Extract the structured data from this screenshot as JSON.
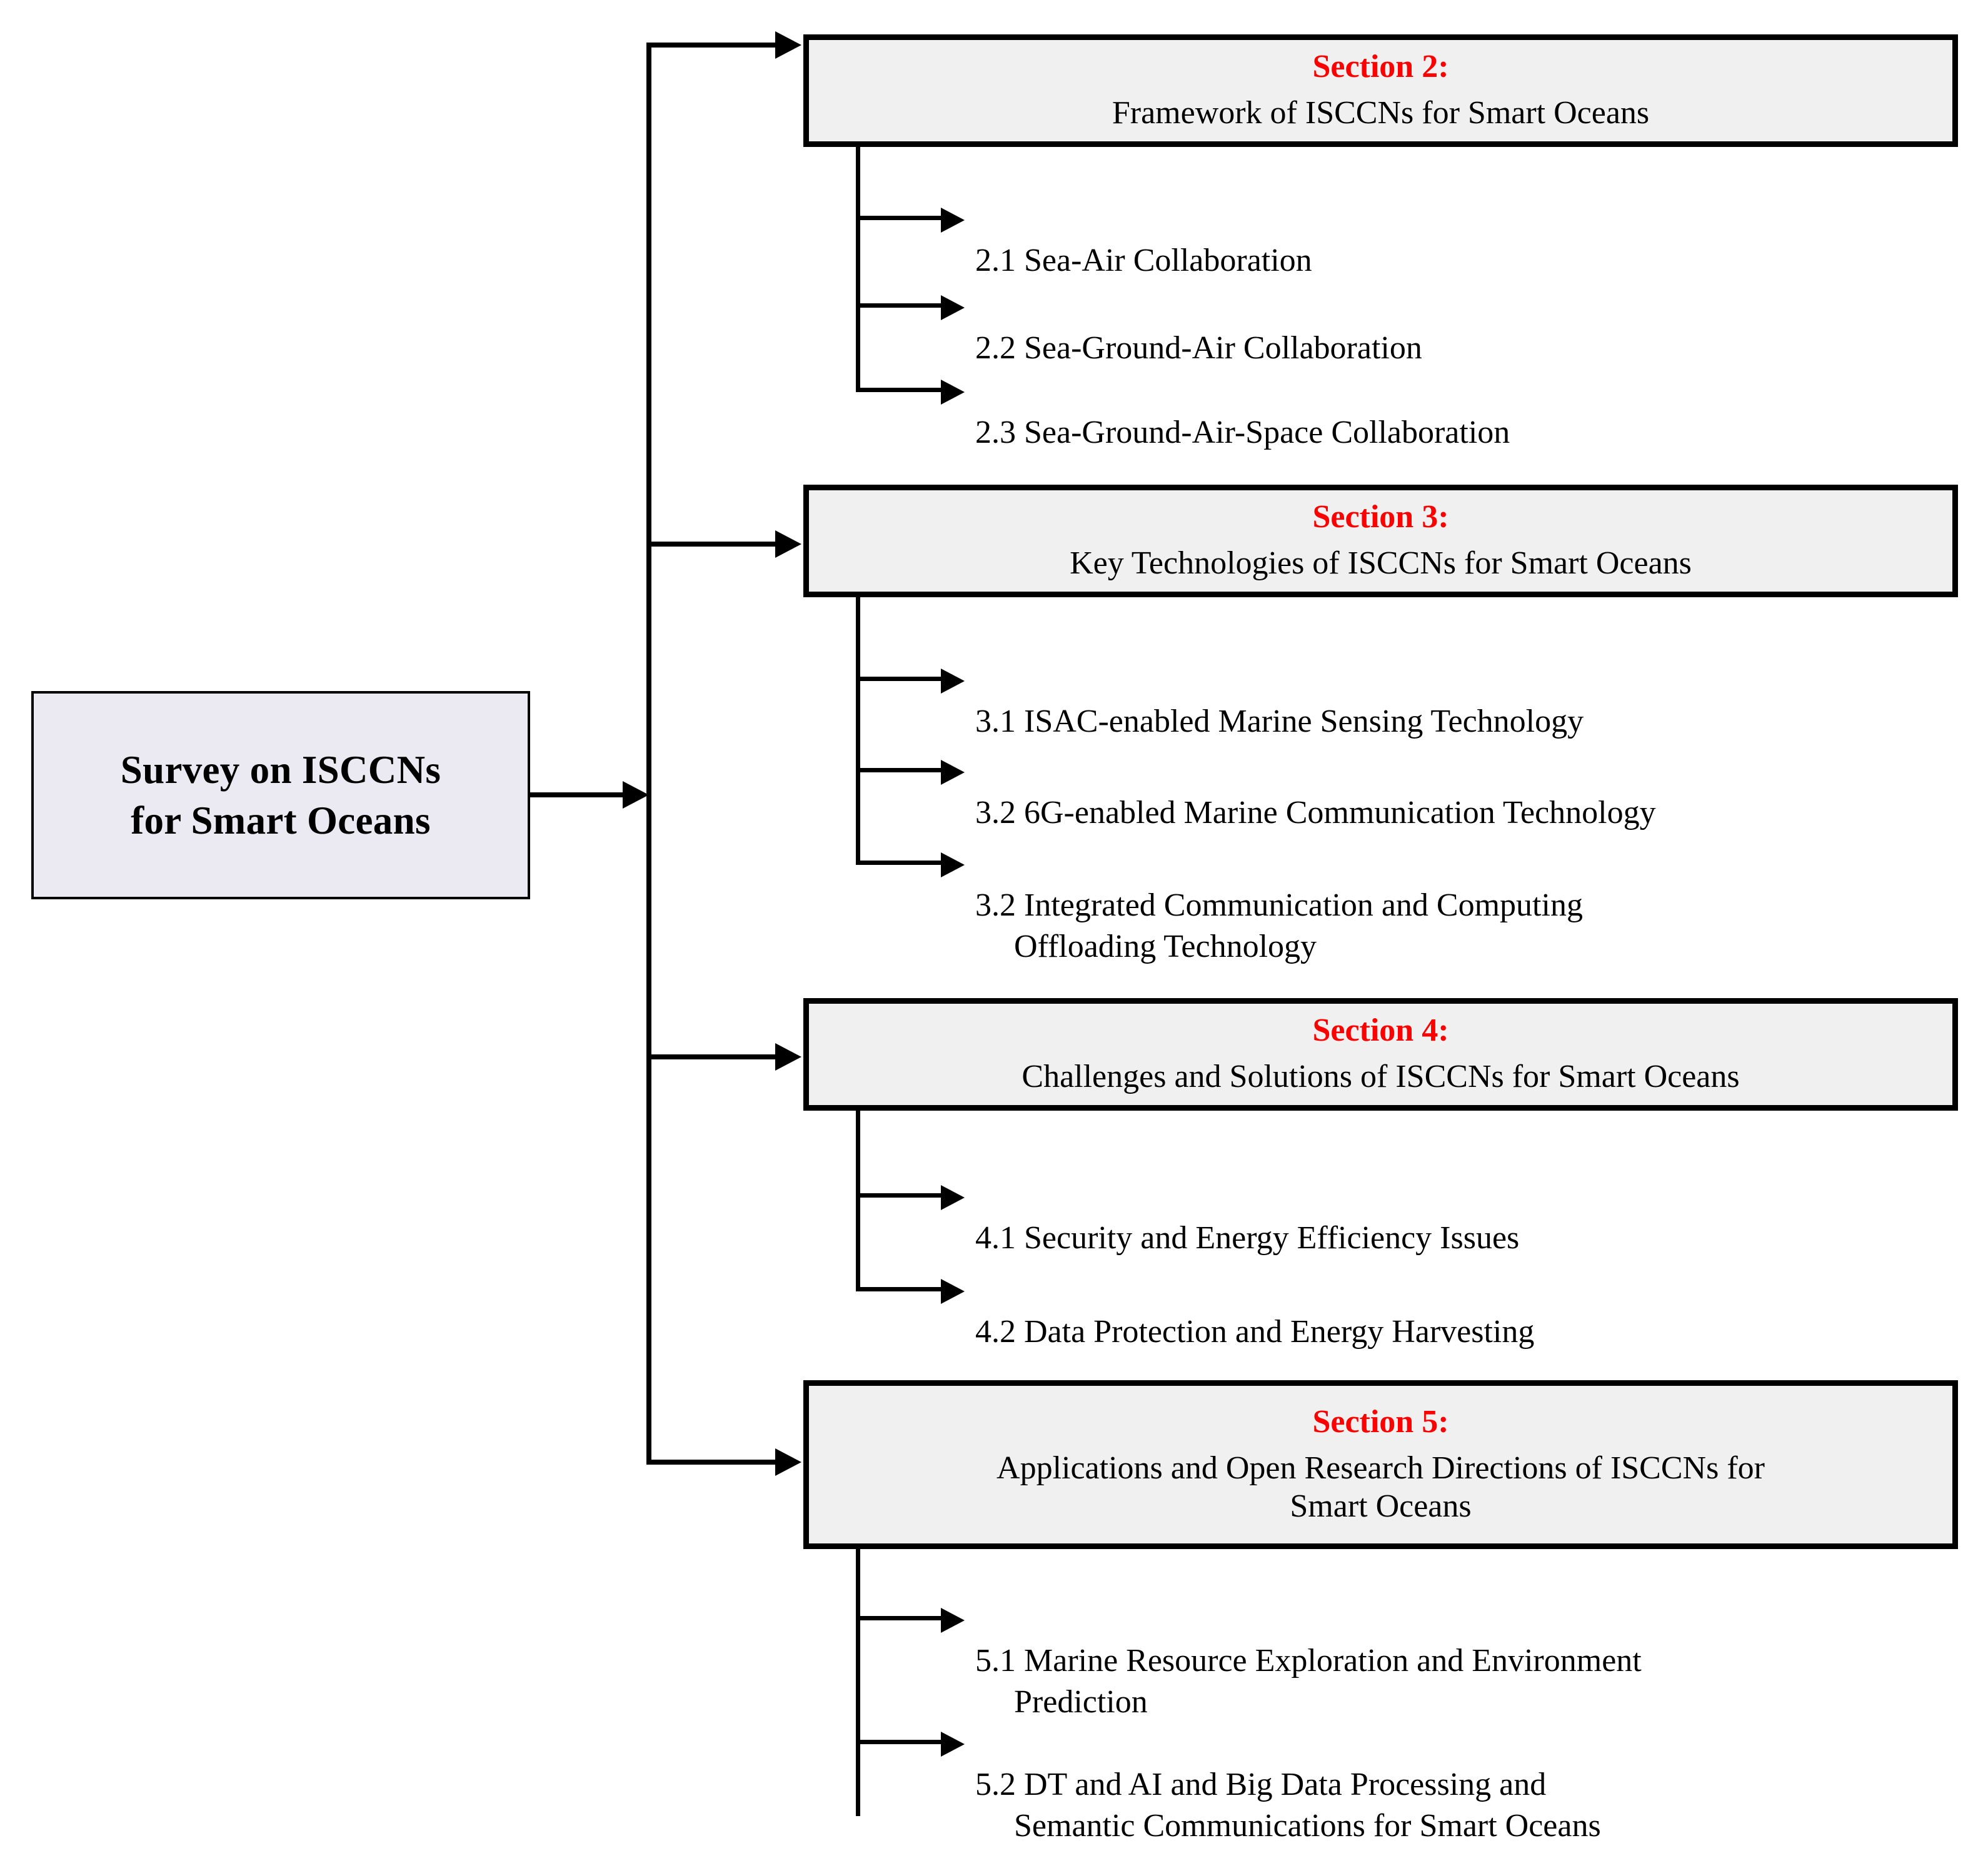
{
  "diagram": {
    "root": {
      "line1": "Survey on ISCCNs",
      "line2": "for Smart Oceans"
    },
    "sections": [
      {
        "label": "Section 2:",
        "title": "Framework of ISCCNs for Smart Oceans",
        "items": [
          {
            "text": "2.1 Sea-Air Collaboration",
            "cont": ""
          },
          {
            "text": "2.2 Sea-Ground-Air Collaboration",
            "cont": ""
          },
          {
            "text": "2.3 Sea-Ground-Air-Space Collaboration",
            "cont": ""
          }
        ]
      },
      {
        "label": "Section 3:",
        "title": "Key Technologies of ISCCNs for Smart Oceans",
        "items": [
          {
            "text": "3.1 ISAC-enabled Marine Sensing Technology",
            "cont": ""
          },
          {
            "text": "3.2 6G-enabled Marine Communication Technology",
            "cont": ""
          },
          {
            "text": "3.2 Integrated Communication and Computing",
            "cont": "Offloading Technology"
          }
        ]
      },
      {
        "label": "Section 4:",
        "title": "Challenges and Solutions of ISCCNs for Smart Oceans",
        "items": [
          {
            "text": "4.1 Security and Energy Efficiency Issues",
            "cont": ""
          },
          {
            "text": "4.2 Data Protection and Energy Harvesting",
            "cont": ""
          }
        ]
      },
      {
        "label": "Section 5:",
        "title_line1": "Applications and Open Research Directions of ISCCNs for",
        "title_line2": "Smart Oceans",
        "items": [
          {
            "text": "5.1 Marine Resource Exploration and Environment",
            "cont": "Prediction"
          },
          {
            "text": "5.2 DT and AI and Big Data Processing and",
            "cont": "Semantic Communications for Smart Oceans"
          }
        ]
      }
    ],
    "colors": {
      "section_label": "#ff0000",
      "section_box_fill": "#f0f0f0",
      "root_box_fill": "#ebe9f2",
      "line": "#000000",
      "text": "#000000"
    }
  }
}
